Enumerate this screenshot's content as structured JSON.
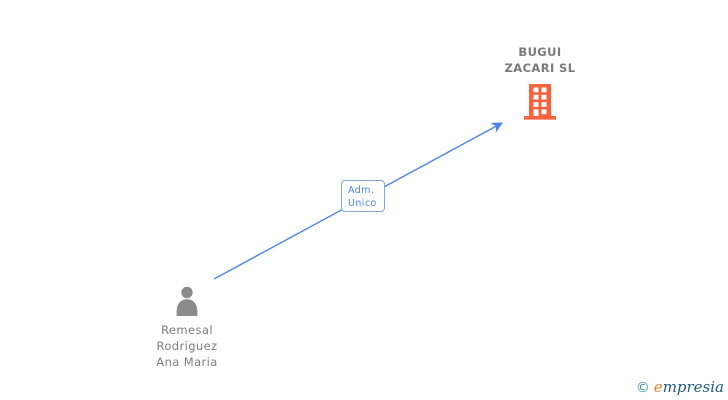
{
  "diagram": {
    "company": {
      "name_lines": [
        "BUGUI",
        "ZACARI SL"
      ],
      "icon": "building-icon",
      "icon_color": "#F8623C"
    },
    "person": {
      "name_lines": [
        "Remesal",
        "Rodriguez",
        "Ana Maria"
      ],
      "icon": "person-icon",
      "icon_color": "#8B8B8B"
    },
    "edge": {
      "label_lines": [
        "Adm.",
        "Unico"
      ],
      "direction": "person-to-company",
      "color": "#4A86E8",
      "label_border_color": "#7FAADC"
    },
    "text_color": "#7E7E7E"
  },
  "footer": {
    "copyright_symbol": "©",
    "brand_initial": "e",
    "brand_rest": "mpresia",
    "copyright_color": "#2E8FA0",
    "brand_initial_color": "#EE7E2A",
    "brand_rest_color": "#1E5E78"
  }
}
